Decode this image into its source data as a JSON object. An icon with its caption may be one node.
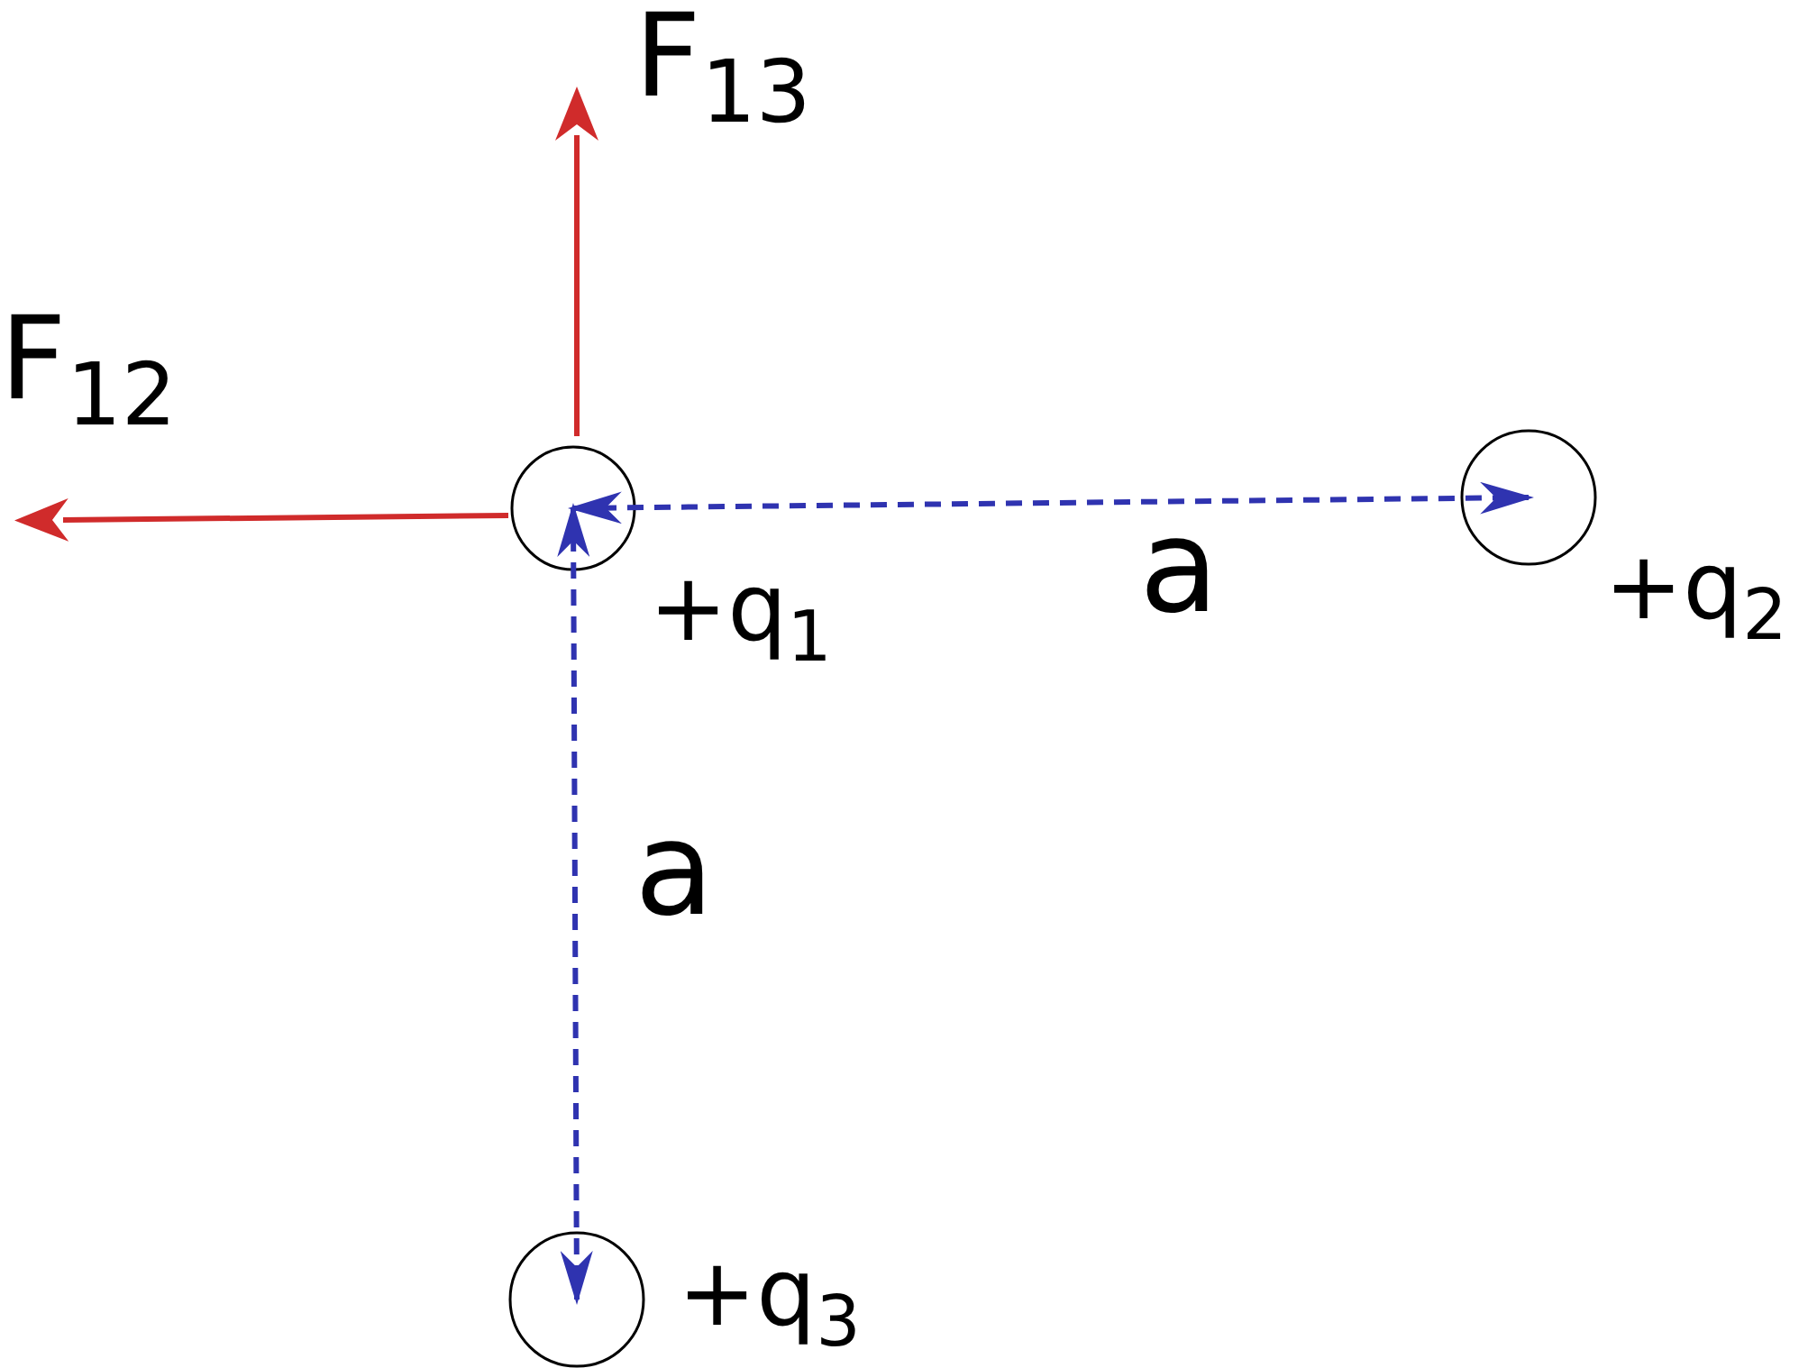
{
  "diagram": {
    "nodes": [
      {
        "text": [],
        "shape": "circle",
        "beside": [
          "+q$_{1}$"
        ]
      },
      {
        "text": [],
        "shape": "circle",
        "beside": [
          "+q$_{2}$"
        ]
      },
      {
        "text": [],
        "shape": "circle",
        "beside": [
          "+q$_{3}$"
        ]
      }
    ],
    "edges": [
      {
        "from": 0,
        "to": 1,
        "arrow": "both",
        "style": "dashed",
        "label": "a"
      },
      {
        "from": 0,
        "to": 2,
        "arrow": "both",
        "style": "dashed",
        "label": "a"
      }
    ],
    "labels": [
      "F$_{13}$",
      "F$_{12}$"
    ]
  }
}
